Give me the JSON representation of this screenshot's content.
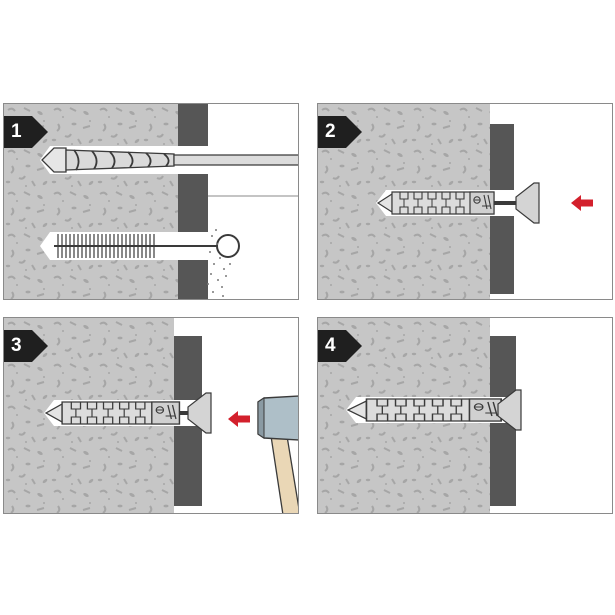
{
  "colors": {
    "concrete": "#c6c6c6",
    "speckle": "#a9a9a9",
    "board": "#565656",
    "air": "#ffffff",
    "steel": "#d8d8d8",
    "outline": "#3a3a3a",
    "arrow": "#d3202c",
    "badge": "#1f1f1f",
    "handle": "#ead7b6"
  },
  "steps": [
    {
      "number": "1",
      "icon": "drill-bit-and-cleaning-brush-icon"
    },
    {
      "number": "2",
      "icon": "insert-anchor-icon"
    },
    {
      "number": "3",
      "icon": "hammer-in-icon"
    },
    {
      "number": "4",
      "icon": "anchor-installed-icon"
    }
  ]
}
